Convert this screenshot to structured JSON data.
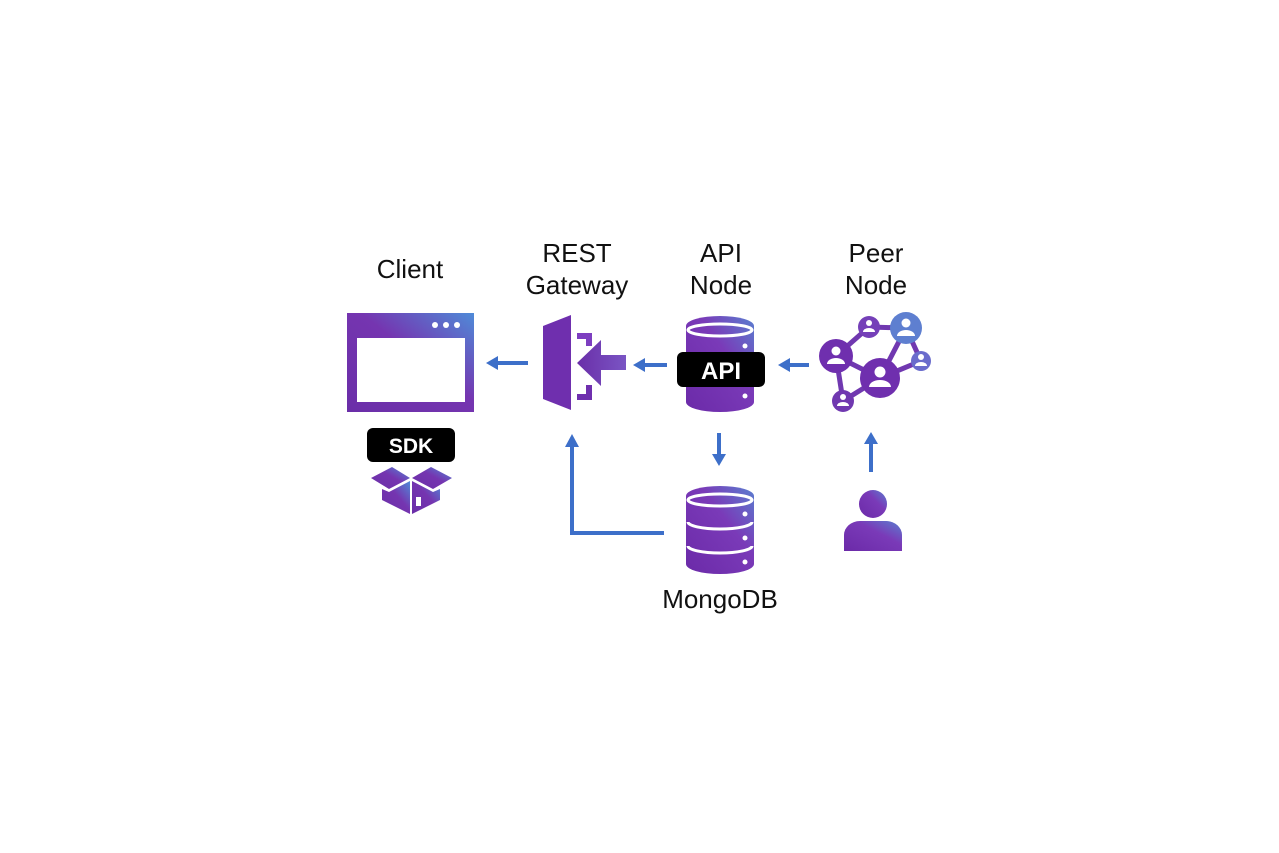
{
  "diagram": {
    "nodes": {
      "client": {
        "label": "Client",
        "badge": "SDK"
      },
      "rest_gateway": {
        "label_line1": "REST",
        "label_line2": "Gateway"
      },
      "api_node": {
        "label_line1": "API",
        "label_line2": "Node",
        "badge": "API"
      },
      "peer_node": {
        "label_line1": "Peer",
        "label_line2": "Node"
      },
      "mongodb": {
        "label": "MongoDB"
      },
      "user": {
        "label": ""
      }
    },
    "edges": [
      {
        "from": "rest_gateway",
        "to": "client"
      },
      {
        "from": "api_node",
        "to": "rest_gateway"
      },
      {
        "from": "peer_node",
        "to": "api_node"
      },
      {
        "from": "api_node",
        "to": "mongodb"
      },
      {
        "from": "mongodb",
        "to": "rest_gateway"
      },
      {
        "from": "user",
        "to": "peer_node"
      }
    ],
    "colors": {
      "gradient_start": "#6a2ea8",
      "gradient_mid": "#7a35b5",
      "gradient_end": "#4d86d6",
      "arrow": "#3d6fc9",
      "badge_bg": "#000000",
      "badge_text": "#ffffff"
    }
  }
}
